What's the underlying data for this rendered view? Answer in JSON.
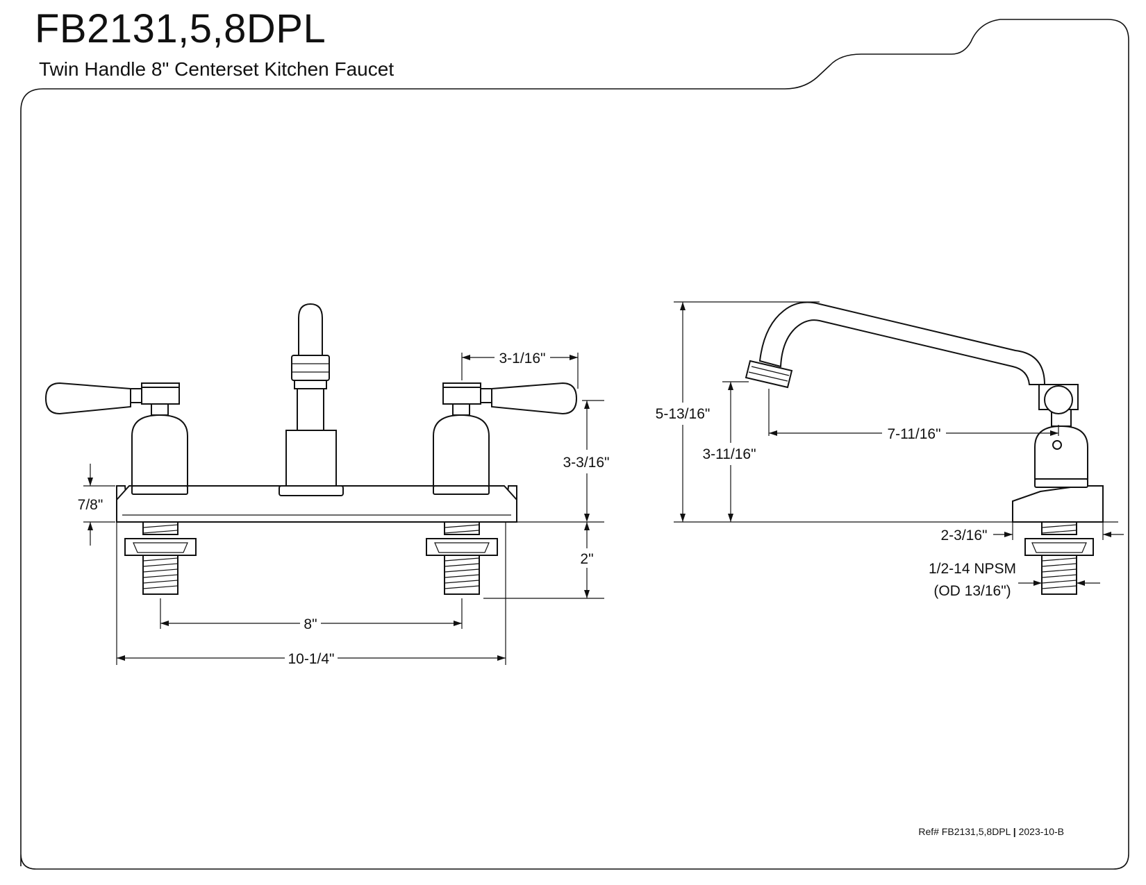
{
  "header": {
    "title": "FB2131,5,8DPL",
    "subtitle": "Twin Handle 8\" Centerset Kitchen Faucet"
  },
  "front_view": {
    "dims": {
      "handle_offset": "3-1/16\"",
      "handle_height": "3-3/16\"",
      "deck_height": "7/8\"",
      "shank_length": "2\"",
      "center_spacing": "8\"",
      "overall_width": "10-1/4\""
    }
  },
  "side_view": {
    "dims": {
      "total_height": "5-13/16\"",
      "spout_clearance": "3-11/16\"",
      "spout_reach": "7-11/16\"",
      "base_depth": "2-3/16\"",
      "thread_line1": "1/2-14 NPSM",
      "thread_line2": "(OD 13/16\")"
    }
  },
  "footer": {
    "ref": "Ref# FB2131,5,8DPL",
    "separator": "|",
    "rev": "2023-10-B"
  }
}
